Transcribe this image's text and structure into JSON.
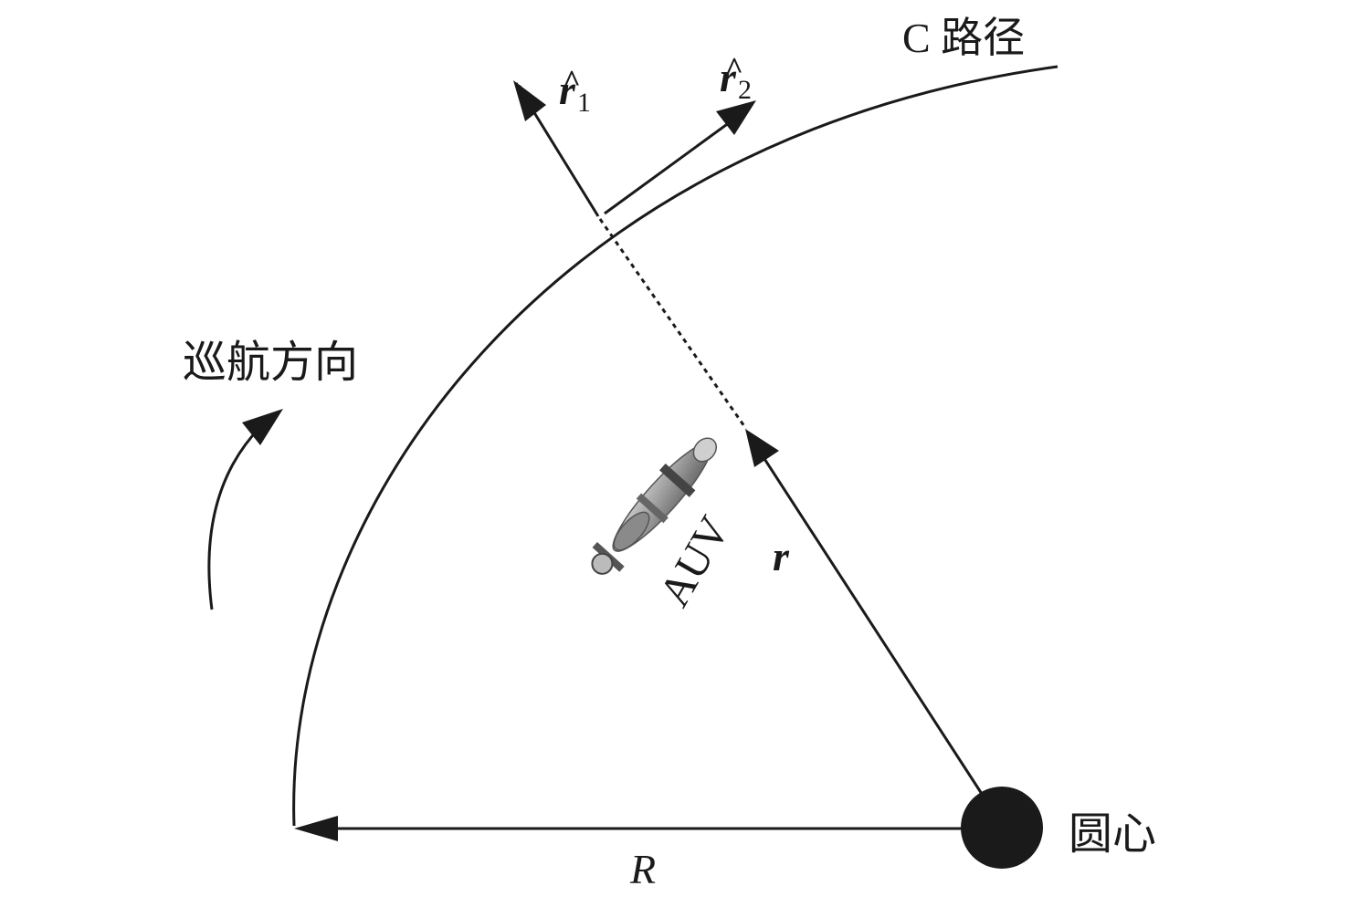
{
  "labels": {
    "path": "C 路径",
    "cruise_direction": "巡航方向",
    "auv": "AUV",
    "r_vector": "r",
    "radius": "R",
    "center": "圆心",
    "r1_symbol": "r",
    "r1_subscript": "1",
    "r2_symbol": "r",
    "r2_subscript": "2",
    "hat": "^"
  },
  "colors": {
    "ink": "#1a1a1a",
    "auv_body": "#9a9a9a"
  },
  "icons": {
    "auv": "auv-vehicle-icon",
    "center": "filled-circle-icon"
  }
}
